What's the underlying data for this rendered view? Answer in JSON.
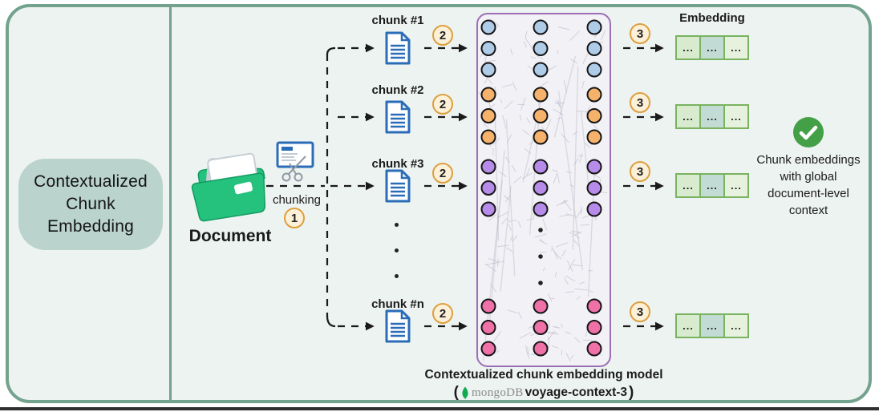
{
  "left_panel": {
    "title_lines": [
      "Contextualized",
      "Chunk",
      "Embedding"
    ]
  },
  "source": {
    "document_label": "Document",
    "chunking_label": "chunking",
    "step": "1"
  },
  "chunks": [
    {
      "label": "chunk #1",
      "step_in": "2"
    },
    {
      "label": "chunk #2",
      "step_in": "2"
    },
    {
      "label": "chunk #3",
      "step_in": "2"
    },
    {
      "label": "chunk #n",
      "step_in": "2"
    }
  ],
  "model_box": {
    "caption": "Contextualized chunk embedding model",
    "paren_open": "(",
    "brand": "mongoDB",
    "model_name": "voyage-context-3",
    "paren_close": ")",
    "columns": 3,
    "rows_per_group": 3,
    "node_groups": [
      {
        "name": "chunk-1-nodes",
        "color": "#aecbe8"
      },
      {
        "name": "chunk-2-nodes",
        "color": "#f6b26b"
      },
      {
        "name": "chunk-3-nodes",
        "color": "#b78be9"
      },
      {
        "name": "chunk-n-nodes",
        "color": "#f070a8"
      }
    ]
  },
  "embedding": {
    "header": "Embedding",
    "cell_colors": [
      "#d8ebcf",
      "#c2dbd5",
      "#e6f2dd"
    ],
    "rows": [
      {
        "step": "3",
        "cells": [
          "...",
          "...",
          "..."
        ]
      },
      {
        "step": "3",
        "cells": [
          "...",
          "...",
          "..."
        ]
      },
      {
        "step": "3",
        "cells": [
          "...",
          "...",
          "..."
        ]
      },
      {
        "step": "3",
        "cells": [
          "...",
          "...",
          "..."
        ]
      }
    ]
  },
  "result": {
    "lines": [
      "Chunk embeddings",
      "with global",
      "document-level",
      "context"
    ]
  },
  "colors": {
    "frame_border": "#73a28e",
    "frame_bg": "#edf3f0",
    "title_box_bg": "#bad3cc",
    "model_border": "#9c6eb8",
    "badge_border": "#dd9f3e",
    "badge_bg": "#fcf1d8",
    "embedding_border": "#79b35f",
    "doc_icon_blue": "#2b6cb8",
    "folder_green": "#25c27d",
    "check_green": "#43a047",
    "mongodb_leaf_green": "#10aa50"
  }
}
